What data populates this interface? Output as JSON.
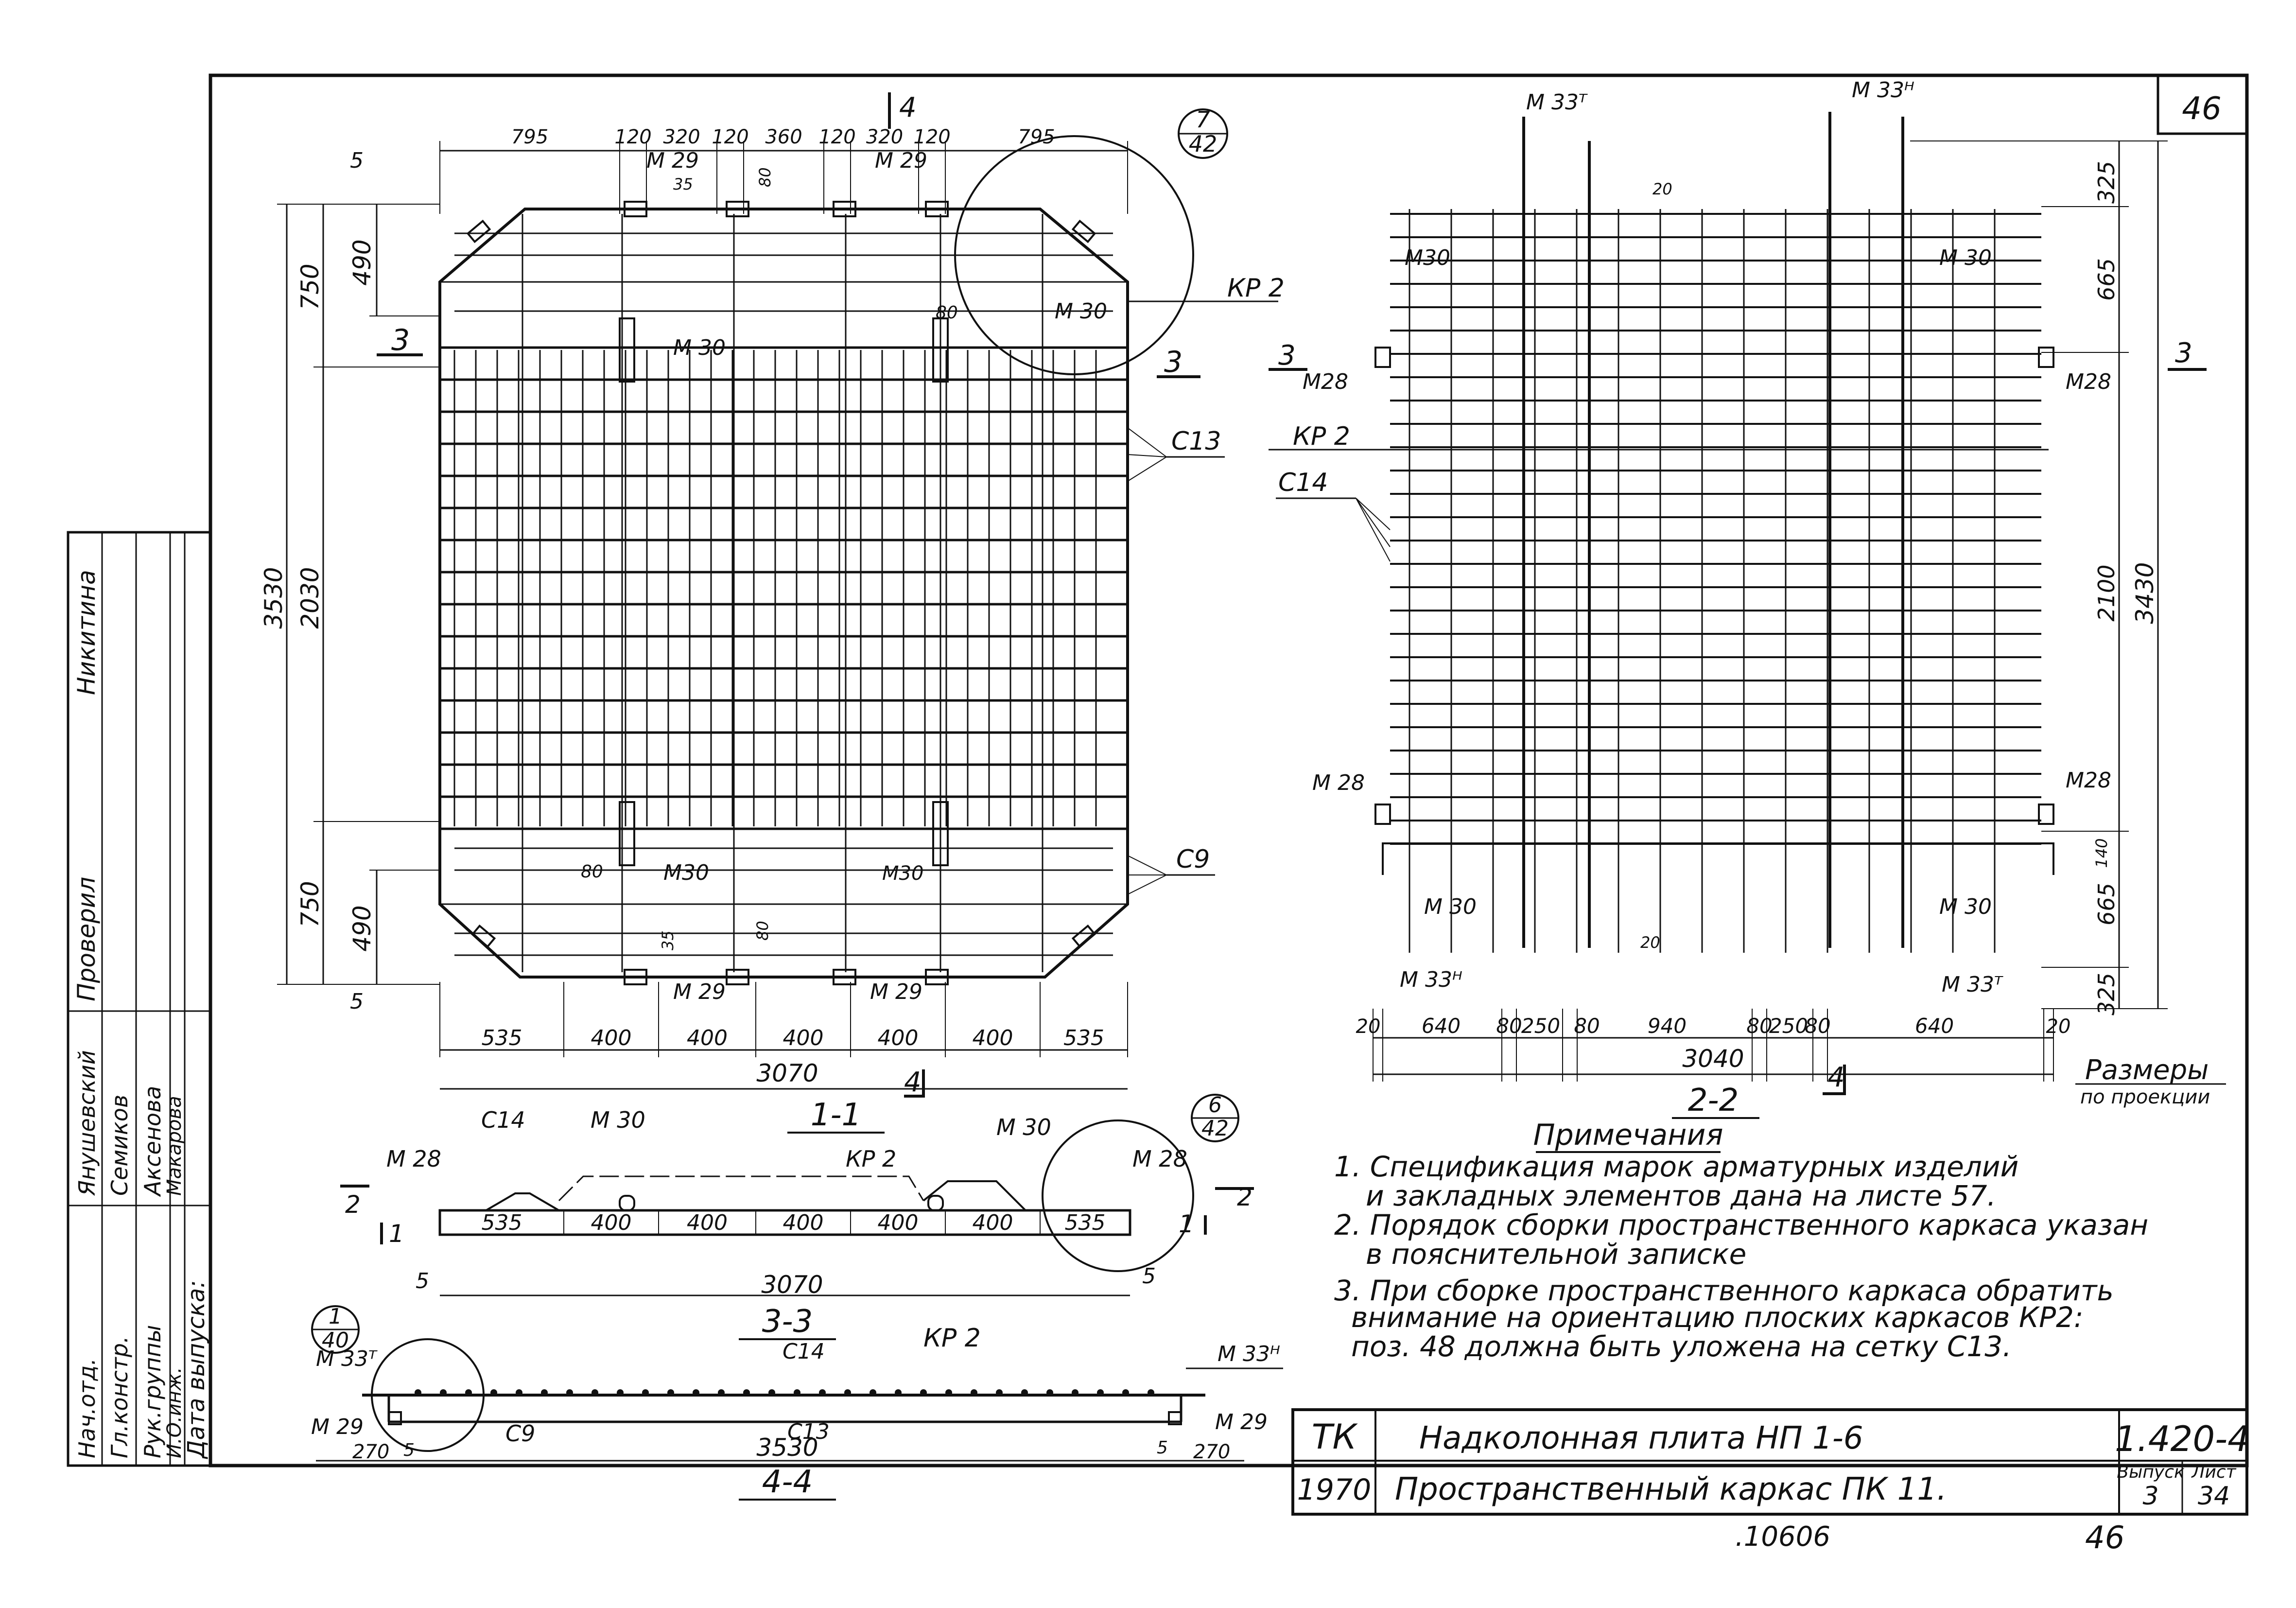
{
  "sheet_number_top": "46",
  "view1": {
    "section_label": "1-1",
    "dims_top": [
      "795",
      "120",
      "320",
      "120",
      "360",
      "120",
      "320",
      "120",
      "795"
    ],
    "dims_left_outer": "3530",
    "dims_left_inner": [
      "750",
      "2030",
      "750"
    ],
    "dims_left_small": [
      "490",
      "490"
    ],
    "edge_5_top": "5",
    "edge_5_bottom": "5",
    "dims_bottom": [
      "535",
      "400",
      "400",
      "400",
      "400",
      "400",
      "535"
    ],
    "total_bottom": "3070",
    "labels": {
      "m29_tl": "М 29",
      "m29_tr": "М 29",
      "m29_bl": "М 29",
      "m29_br": "М 29",
      "m30_tl": "М 30",
      "m30_tr": "М 30",
      "m30_bl": "М30",
      "m30_br": "М30",
      "kp2": "КР 2",
      "c13": "С13",
      "c9": "С9",
      "d35_top": "35",
      "d80_top": "80",
      "d80_tr": "80",
      "d80_bl": "80",
      "d35_b": "35",
      "d80_b": "80",
      "circle_top": "7",
      "circle_bottom": "42",
      "sec3_left": "3",
      "sec3_right": "3",
      "sec4_top": "4",
      "sec4_bottom": "4"
    }
  },
  "view2": {
    "section_label": "2-2",
    "dims_right": [
      "325",
      "665",
      "2100",
      "665",
      "325"
    ],
    "dim_right_total": "3430",
    "dim_140": "140",
    "dims_bottom": [
      "20",
      "640",
      "80",
      "250",
      "80",
      "940",
      "80",
      "250",
      "80",
      "640",
      "20"
    ],
    "total_bottom": "3040",
    "note": [
      "Размеры",
      "по проекции"
    ],
    "labels": {
      "m33t_top": "М 33ᵀ",
      "m33h_top": "М 33ᴴ",
      "m30_tl": "М30",
      "m30_tr": "М 30",
      "m30_bl": "М 30",
      "m30_br": "М 30",
      "m28_tl": "М28",
      "m28_tr": "М28",
      "m28_bl": "М 28",
      "m28_br": "М28",
      "kp2": "КР 2",
      "c14": "С14",
      "m33h_bottom": "М 33ᴴ",
      "m33t_bottom": "М 33ᵀ",
      "d20_top": "20",
      "d20_bottom": "20",
      "sec3_left": "3",
      "sec3_right": "3",
      "sec4": "4"
    }
  },
  "view3": {
    "section_label": "3-3",
    "labels": {
      "c14": "С14",
      "m30_a": "М 30",
      "kp2": "КР 2",
      "m30_b": "М 30",
      "m28_l": "М 28",
      "m28_r": "М 28",
      "sec2_l": "2",
      "sec2_r": "2",
      "sec1_l": "1",
      "sec1_r": "1",
      "five_l": "5",
      "five_r": "5",
      "circle_top": "6",
      "circle_bottom": "42"
    },
    "dims": [
      "535",
      "400",
      "400",
      "400",
      "400",
      "400",
      "535"
    ],
    "total": "3070"
  },
  "view4": {
    "section_label": "4-4",
    "labels": {
      "m33t": "М 33ᵀ",
      "m33h": "М 33ᴴ",
      "c14": "С14",
      "kp2": "КР 2",
      "c13": "С13",
      "c9": "С9",
      "m29_l": "М 29",
      "m29_r": "М 29",
      "circle_top": "1",
      "circle_bottom": "40"
    },
    "dims": {
      "left": "270",
      "five_l": "5",
      "total": "3530",
      "five_r": "5",
      "right": "270"
    }
  },
  "notes": {
    "title": "Примечания",
    "items": [
      "1. Спецификация марок арматурных изделий",
      "и закладных элементов дана на листе 57.",
      "2. Порядок сборки пространственного каркаса указан",
      "в пояснительной записке",
      "3. При сборке пространственного каркаса обратить",
      "внимание на ориентацию плоских каркасов КР2:",
      "поз. 48 должна быть уложена на сетку С13."
    ]
  },
  "title_block": {
    "org": "ТК",
    "year": "1970",
    "title1": "Надколонная плита НП 1-6",
    "title2": "Пространственный каркас ПК 11.",
    "code": "1.420-4",
    "vypusk_label": "Выпуск",
    "vypusk": "3",
    "list_label": "Лист",
    "list": "34"
  },
  "footer": {
    "number": ".10606",
    "page": "46"
  },
  "stamp": {
    "rows": [
      {
        "role": "Нач.отд.",
        "name": "Янушевский"
      },
      {
        "role": "Гл.констр.",
        "name": "Семиков"
      },
      {
        "role": "Рук.группы",
        "name": "Аксенова"
      },
      {
        "role": "И.О.инж.",
        "name": "Макарова"
      }
    ],
    "checked_label": "Проверил",
    "checked_name": "Никитина",
    "release_label": "Дата выпуска:"
  }
}
